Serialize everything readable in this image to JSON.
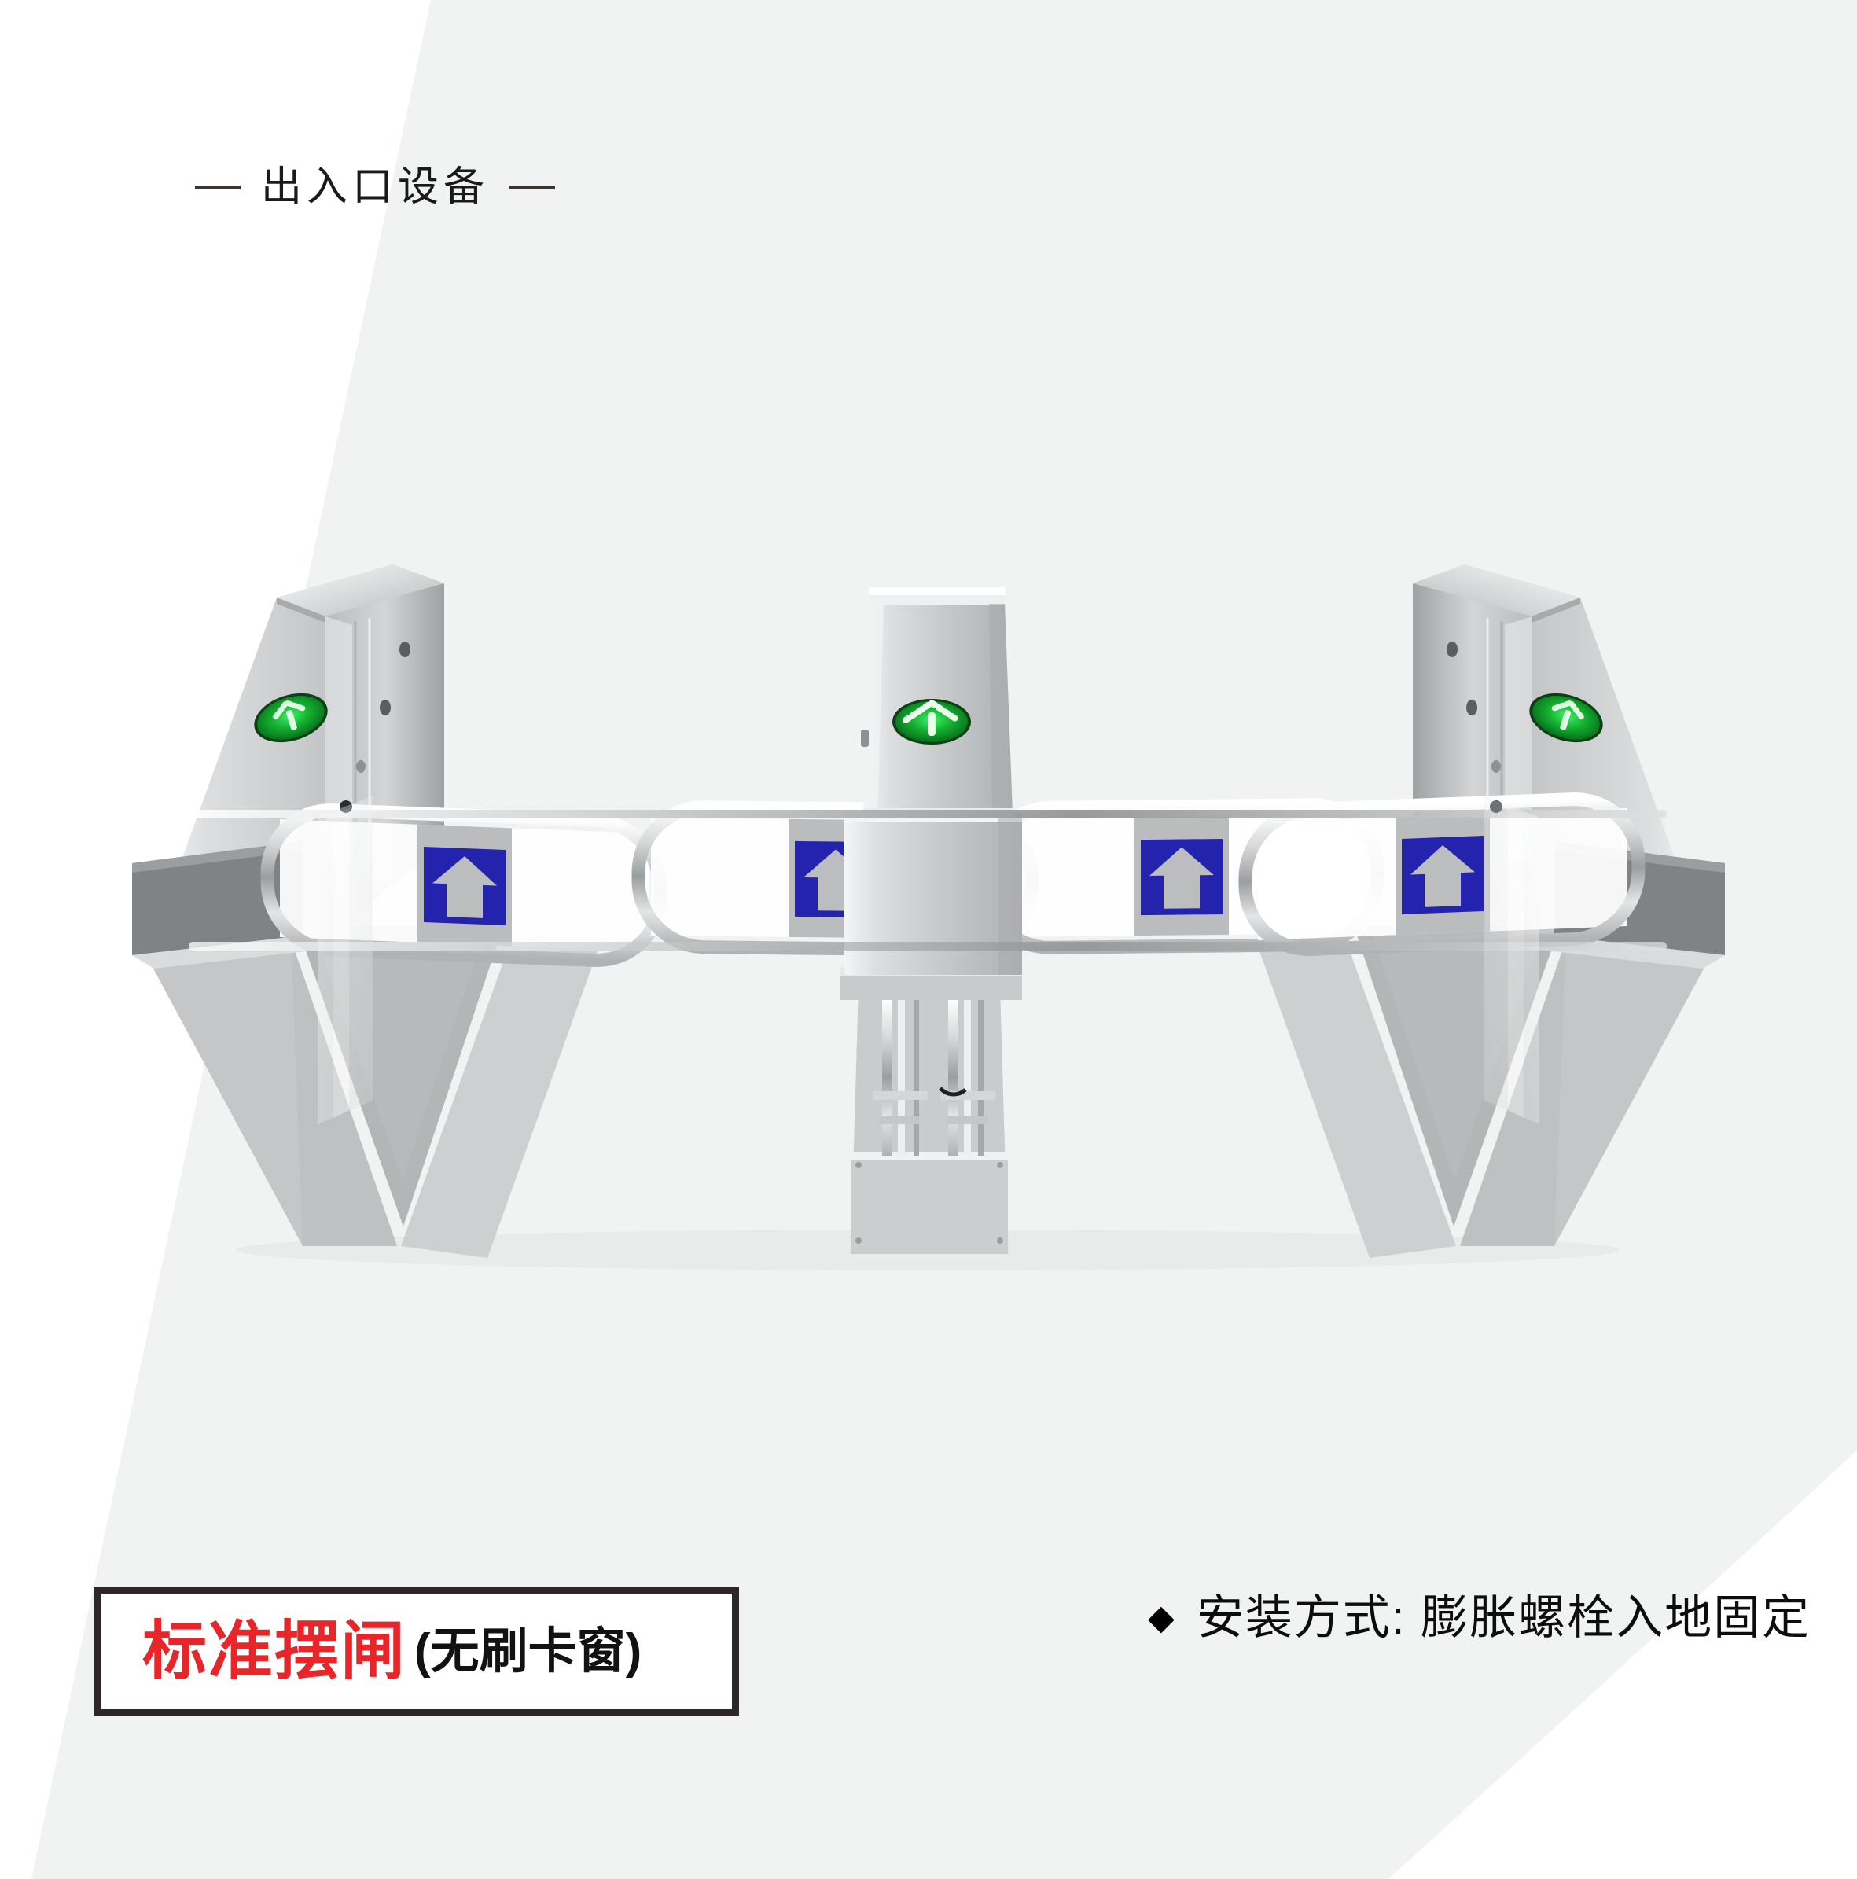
{
  "background": {
    "base_color": "#ffffff",
    "accent_color": "#f1f2f2"
  },
  "header": {
    "left_dash": "—",
    "title": "出入口设备",
    "right_dash": "—",
    "text_color": "#1a1a1a"
  },
  "product": {
    "name": "标准摆闸",
    "variant": "(无刷卡窗)",
    "name_color": "#e8262a",
    "variant_color": "#121212",
    "box_border_color": "#2d2827"
  },
  "spec": {
    "bullet": "◆",
    "text": "安装方式: 膨胀螺栓入地固定",
    "text_color": "#0d0d0d"
  },
  "equipment": {
    "type": "swing-barrier-turnstile",
    "pedestal_count": 3,
    "lane_count": 2,
    "body_color": "#c9cbcc",
    "body_highlight": "#e9ebec",
    "body_shadow": "#8d9092",
    "dark_panel_color": "#7e8183",
    "chrome_color": "#d8dadb",
    "indicators": [
      {
        "position": "left-pedestal",
        "state": "pass",
        "glyph": "arrow-up",
        "color": "#1ec43a"
      },
      {
        "position": "center-pedestal",
        "state": "pass",
        "glyph": "arrow-up",
        "color": "#1ec43a"
      },
      {
        "position": "right-pedestal",
        "state": "pass",
        "glyph": "arrow-up",
        "color": "#1ec43a"
      }
    ],
    "swing_arms": [
      {
        "lane": 1,
        "side": "left",
        "sign_color": "#2323ad",
        "arrow_color": "#b9babc",
        "arrow_direction": "up"
      },
      {
        "lane": 1,
        "side": "right",
        "sign_color": "#2323ad",
        "arrow_color": "#b9babc",
        "arrow_direction": "up"
      },
      {
        "lane": 2,
        "side": "left",
        "sign_color": "#2323ad",
        "arrow_color": "#b9babc",
        "arrow_direction": "up"
      },
      {
        "lane": 2,
        "side": "right",
        "sign_color": "#2323ad",
        "arrow_color": "#b9babc",
        "arrow_direction": "up"
      }
    ]
  }
}
